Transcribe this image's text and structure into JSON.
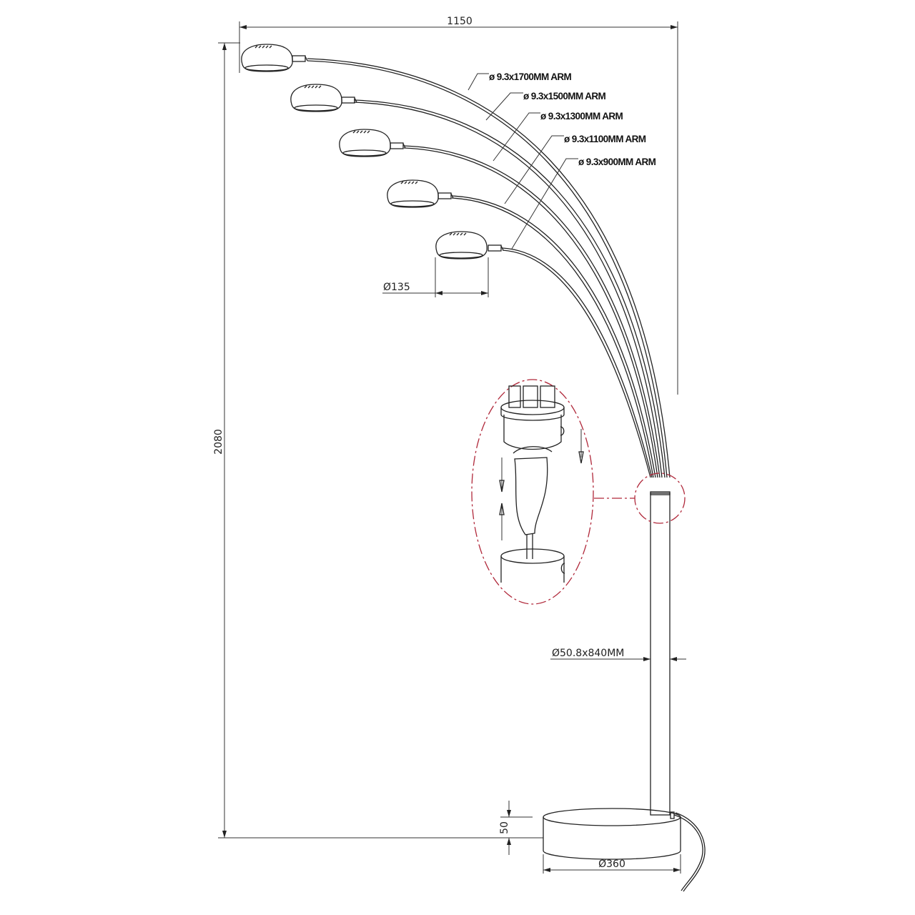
{
  "dimensions": {
    "overall_width": "1150",
    "overall_height": "2080",
    "shade_diameter": "Ø135",
    "pole": "Ø50.8x840MM",
    "base_height": "50",
    "base_diameter": "Ø360"
  },
  "arms": [
    {
      "label": "ø 9.3x1700MM ARM"
    },
    {
      "label": "ø 9.3x1500MM ARM"
    },
    {
      "label": "ø 9.3x1300MM ARM"
    },
    {
      "label": "ø 9.3x1100MM ARM"
    },
    {
      "label": "ø 9.3x900MM ARM"
    }
  ],
  "colors": {
    "line": "#222222",
    "detail_callout": "#b0283a"
  }
}
